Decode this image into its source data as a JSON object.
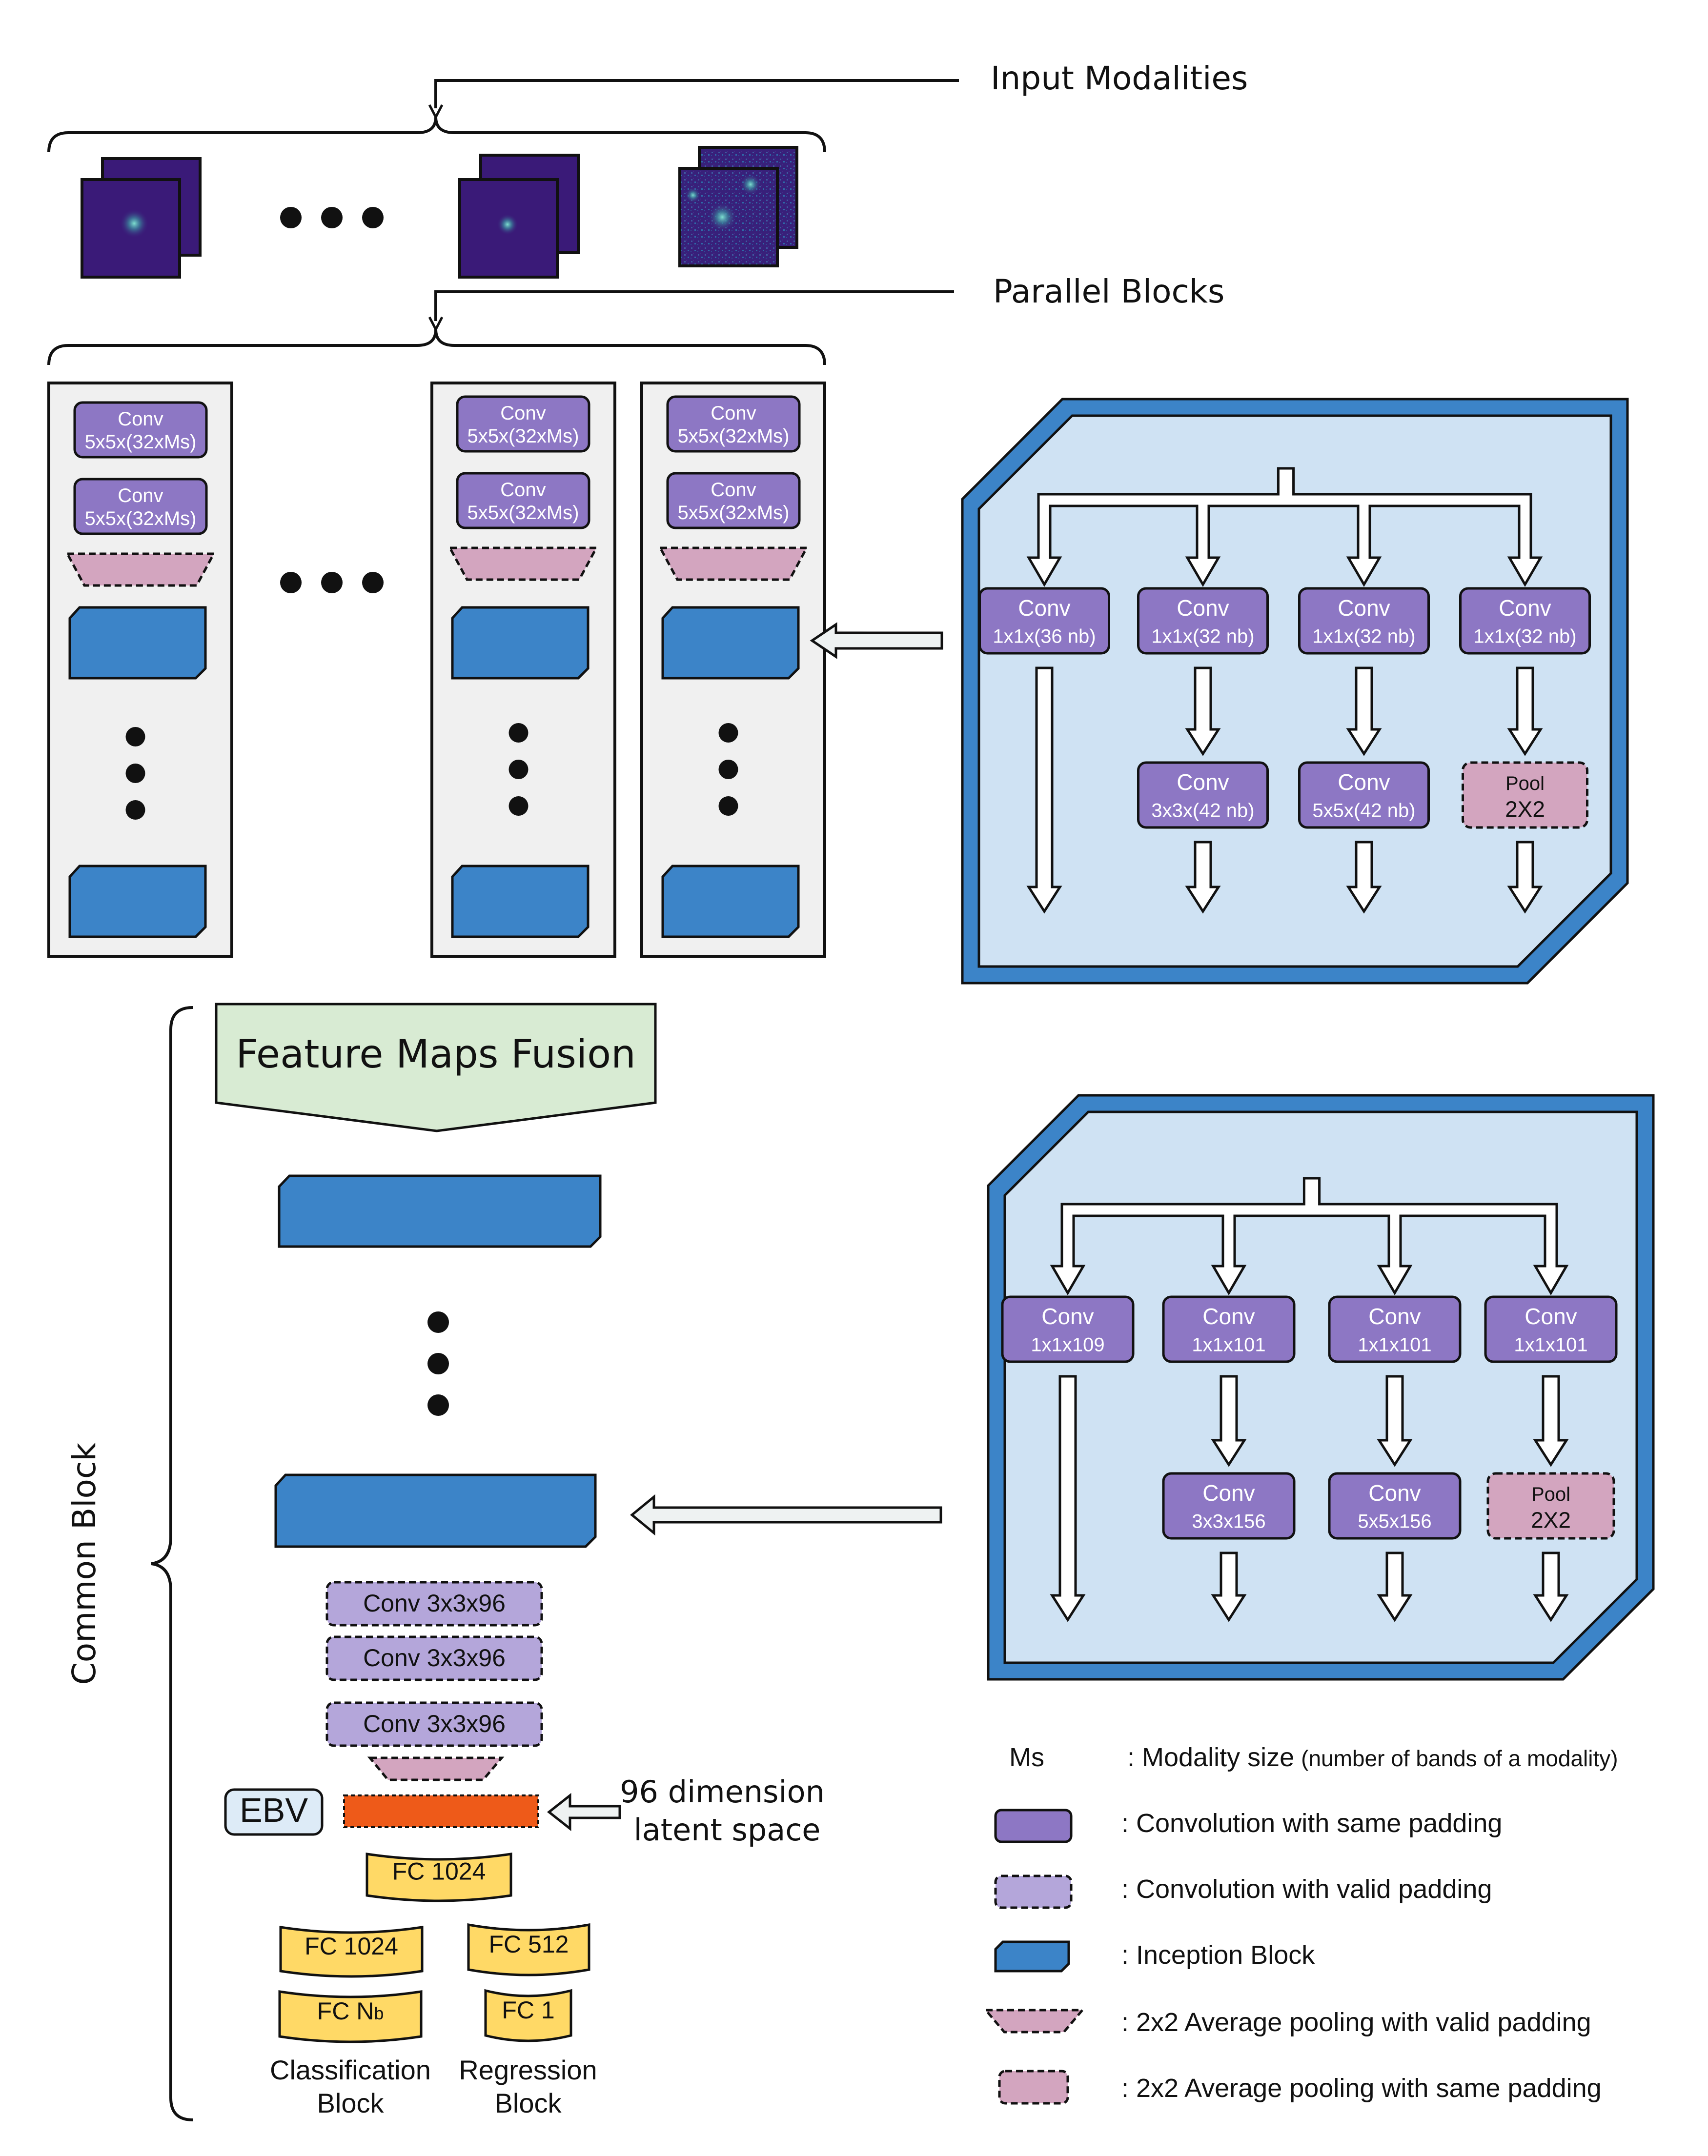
{
  "labels": {
    "input_modalities": "Input Modalities",
    "parallel_blocks": "Parallel Blocks",
    "common_block": "Common Block",
    "feature_maps_fusion": "Feature Maps Fusion",
    "ebv": "EBV",
    "latent_space_line1": "96 dimension",
    "latent_space_line2": "latent space",
    "classification_line1": "Classification",
    "classification_line2": "Block",
    "regression_line1": "Regression",
    "regression_line2": "Block"
  },
  "parallel_conv": {
    "title": "Conv",
    "sub": "5x5x(32xMs)"
  },
  "inception_top": {
    "branches": [
      {
        "title": "Conv",
        "sub": "1x1x(36 nb)"
      },
      {
        "title": "Conv",
        "sub": "1x1x(32 nb)"
      },
      {
        "title": "Conv",
        "sub": "1x1x(32 nb)"
      },
      {
        "title": "Conv",
        "sub": "1x1x(32 nb)"
      }
    ],
    "second": [
      {
        "title": "Conv",
        "sub": "3x3x(42 nb)"
      },
      {
        "title": "Conv",
        "sub": "5x5x(42 nb)"
      },
      {
        "title": "Pool",
        "sub": "2X2"
      }
    ]
  },
  "inception_bottom": {
    "branches": [
      {
        "title": "Conv",
        "sub": "1x1x109"
      },
      {
        "title": "Conv",
        "sub": "1x1x101"
      },
      {
        "title": "Conv",
        "sub": "1x1x101"
      },
      {
        "title": "Conv",
        "sub": "1x1x101"
      }
    ],
    "second": [
      {
        "title": "Conv",
        "sub": "3x3x156"
      },
      {
        "title": "Conv",
        "sub": "5x5x156"
      },
      {
        "title": "Pool",
        "sub": "2X2"
      }
    ]
  },
  "common_convs": [
    "Conv 3x3x96",
    "Conv 3x3x96",
    "Conv 3x3x96"
  ],
  "fc": {
    "fc1024_top": "FC 1024",
    "fc1024_cls": "FC 1024",
    "fc_nb_main": "FC N",
    "fc_nb_sub": "b",
    "fc512": "FC 512",
    "fc1": "FC 1"
  },
  "legend": {
    "ms_key": "Ms",
    "ms_text": ": Modality size",
    "ms_note": "(number of bands of a modality)",
    "items": [
      ": Convolution with same padding",
      ": Convolution with valid padding",
      ": Inception Block",
      ": 2x2 Average pooling with valid padding",
      ": 2x2 Average pooling with same padding"
    ]
  },
  "colors": {
    "conv_same": "#8D77C4",
    "conv_valid": "#B4A6DA",
    "inception": "#3C84C8",
    "pool": "#D3A5BF",
    "fusion": "#D8EBD3",
    "latent": "#EE5A19",
    "fc": "#FFD966",
    "ebv": "#DDEBF7",
    "panel": "#F0F0F0",
    "inception_bg": "#CFE2F3"
  }
}
